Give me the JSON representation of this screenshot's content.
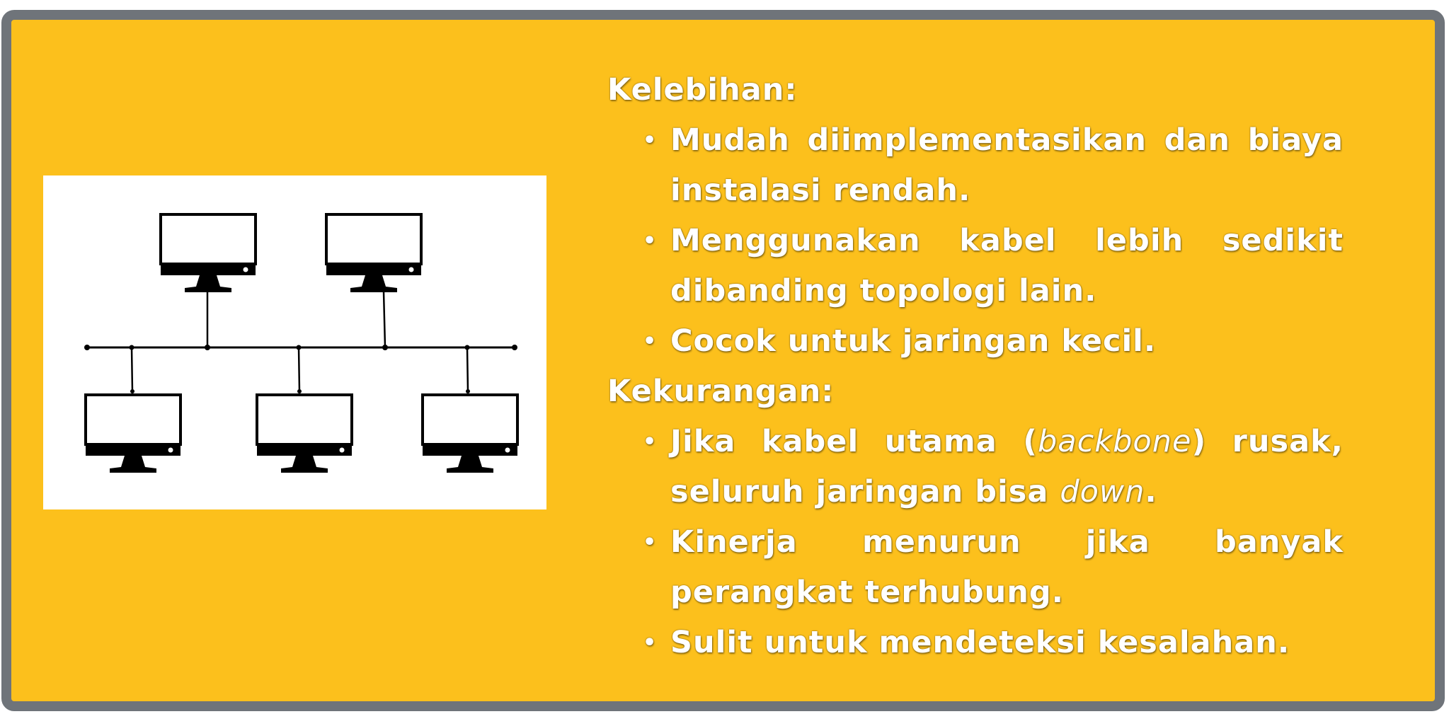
{
  "advantages": {
    "heading": "Kelebihan:",
    "items": [
      "Mudah diimplementasikan dan biaya instalasi rendah.",
      "Menggunakan kabel lebih sedikit dibanding topologi lain.",
      "Cocok untuk jaringan kecil."
    ]
  },
  "disadvantages": {
    "heading": "Kekurangan:",
    "item1": {
      "before": "Jika kabel utama (",
      "em1": "backbone",
      "middle": ") rusak, seluruh jaringan bisa ",
      "em2": "down",
      "after": "."
    },
    "items": [
      "Kinerja menurun jika banyak perangkat terhubung.",
      "Sulit untuk mendeteksi kesalahan."
    ]
  },
  "bullet_char": "•",
  "colors": {
    "card_background": "#fcc01c",
    "card_border": "#6f747a",
    "text": "#ffffff",
    "diagram_background": "#ffffff",
    "diagram_stroke": "#000000"
  },
  "diagram": {
    "type": "bus-topology",
    "nodes": [
      "monitor-icon",
      "monitor-icon",
      "monitor-icon",
      "monitor-icon",
      "monitor-icon"
    ]
  }
}
